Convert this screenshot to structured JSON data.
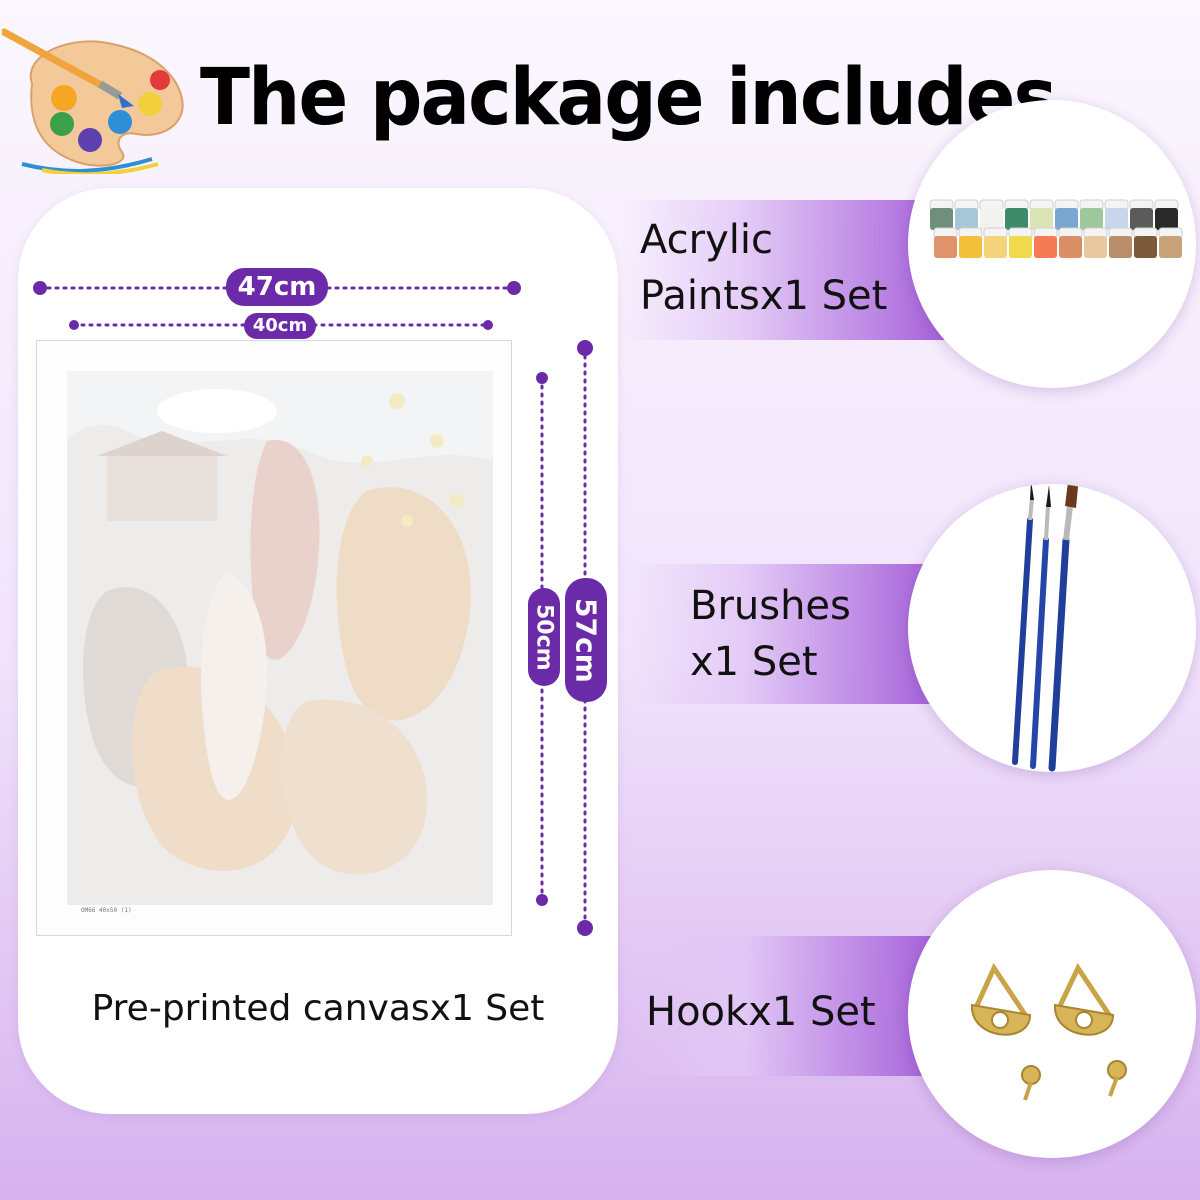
{
  "header": {
    "title": "The package includes",
    "icon": "palette-icon"
  },
  "canvas": {
    "width_outer": "47cm",
    "width_inner": "40cm",
    "height_inner": "50cm",
    "height_outer": "57cm",
    "code": "OM66  40x50  (1)",
    "label": "Pre-printed canvasx1 Set"
  },
  "items": [
    {
      "label": "Acrylic\nPaintsx1 Set",
      "icon": "paint-pots-icon"
    },
    {
      "label": "Brushes\nx1 Set",
      "icon": "brushes-icon"
    },
    {
      "label": "Hookx1 Set",
      "icon": "hooks-icon"
    }
  ],
  "colors": {
    "accent": "#6b2aa8",
    "band": "#a25ad8",
    "background_top": "#fbf7fe",
    "background_bottom": "#d6b2ee"
  }
}
